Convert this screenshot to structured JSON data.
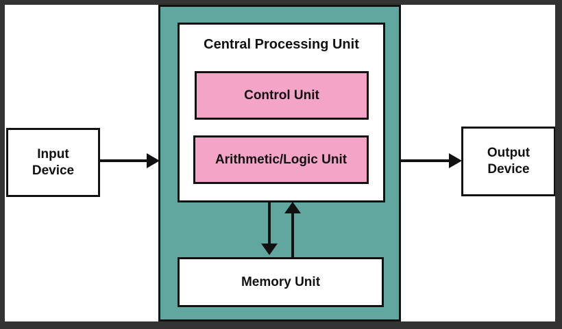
{
  "colors": {
    "frame": "#333333",
    "bg": "#ffffff",
    "cpu-bg": "#60a89f",
    "unit-pink": "#f4a4c7",
    "box-border": "#111111",
    "text": "#111111"
  },
  "diagram": {
    "cpu": {
      "title": "Central Processing Unit",
      "control_unit_label": "Control Unit",
      "alu_label": "Arithmetic/Logic Unit"
    },
    "memory": {
      "label": "Memory Unit"
    },
    "input": {
      "label": "Input\nDevice"
    },
    "output": {
      "label": "Output\nDevice"
    },
    "arrows": [
      {
        "name": "input-to-cpu",
        "direction": "right"
      },
      {
        "name": "cpu-to-output",
        "direction": "right"
      },
      {
        "name": "cpu-to-memory",
        "direction": "down"
      },
      {
        "name": "memory-to-cpu",
        "direction": "up"
      }
    ]
  }
}
